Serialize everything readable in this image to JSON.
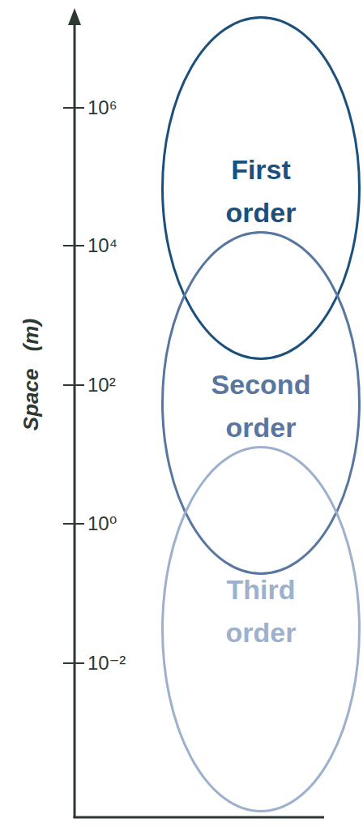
{
  "diagram": {
    "nodes": [
      {
        "text": [
          "First order"
        ]
      },
      {
        "text": [
          "Second order"
        ]
      },
      {
        "text": [
          "Third order"
        ]
      }
    ],
    "labels": [
      "Space (m)",
      "10⁶",
      "10⁴",
      "10²",
      "10⁰",
      "10⁻²"
    ]
  }
}
